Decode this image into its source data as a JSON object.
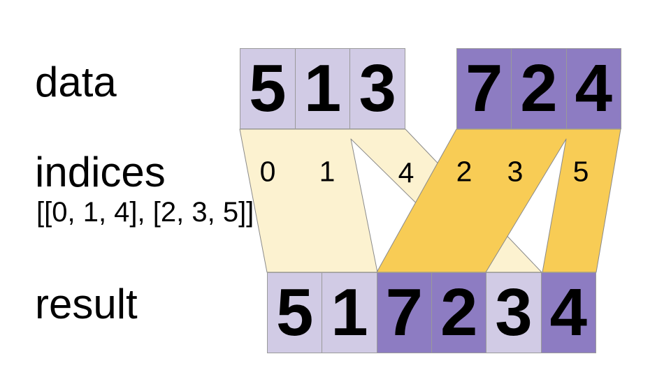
{
  "labels": {
    "data": "data",
    "indices": "indices",
    "indices_array": "[[0, 1, 4], [2, 3, 5]]",
    "result": "result"
  },
  "data_row": {
    "group1": {
      "variant": "light",
      "values": [
        "5",
        "1",
        "3"
      ]
    },
    "group2": {
      "variant": "dark",
      "values": [
        "7",
        "2",
        "4"
      ]
    }
  },
  "indices_row": {
    "group1": [
      "0",
      "1",
      "4"
    ],
    "group2": [
      "2",
      "3",
      "5"
    ]
  },
  "result_row": {
    "cells": [
      {
        "value": "5",
        "variant": "light"
      },
      {
        "value": "1",
        "variant": "light"
      },
      {
        "value": "7",
        "variant": "dark"
      },
      {
        "value": "2",
        "variant": "dark"
      },
      {
        "value": "3",
        "variant": "light"
      },
      {
        "value": "4",
        "variant": "dark"
      }
    ]
  },
  "colors": {
    "light_purple": "#D1CBE5",
    "dark_purple": "#8D7CC2",
    "light_yellow": "#FCF2D0",
    "gold": "#F8CC55",
    "cell_border": "#9A9A9A",
    "band_stroke": "#8A8A8A"
  }
}
